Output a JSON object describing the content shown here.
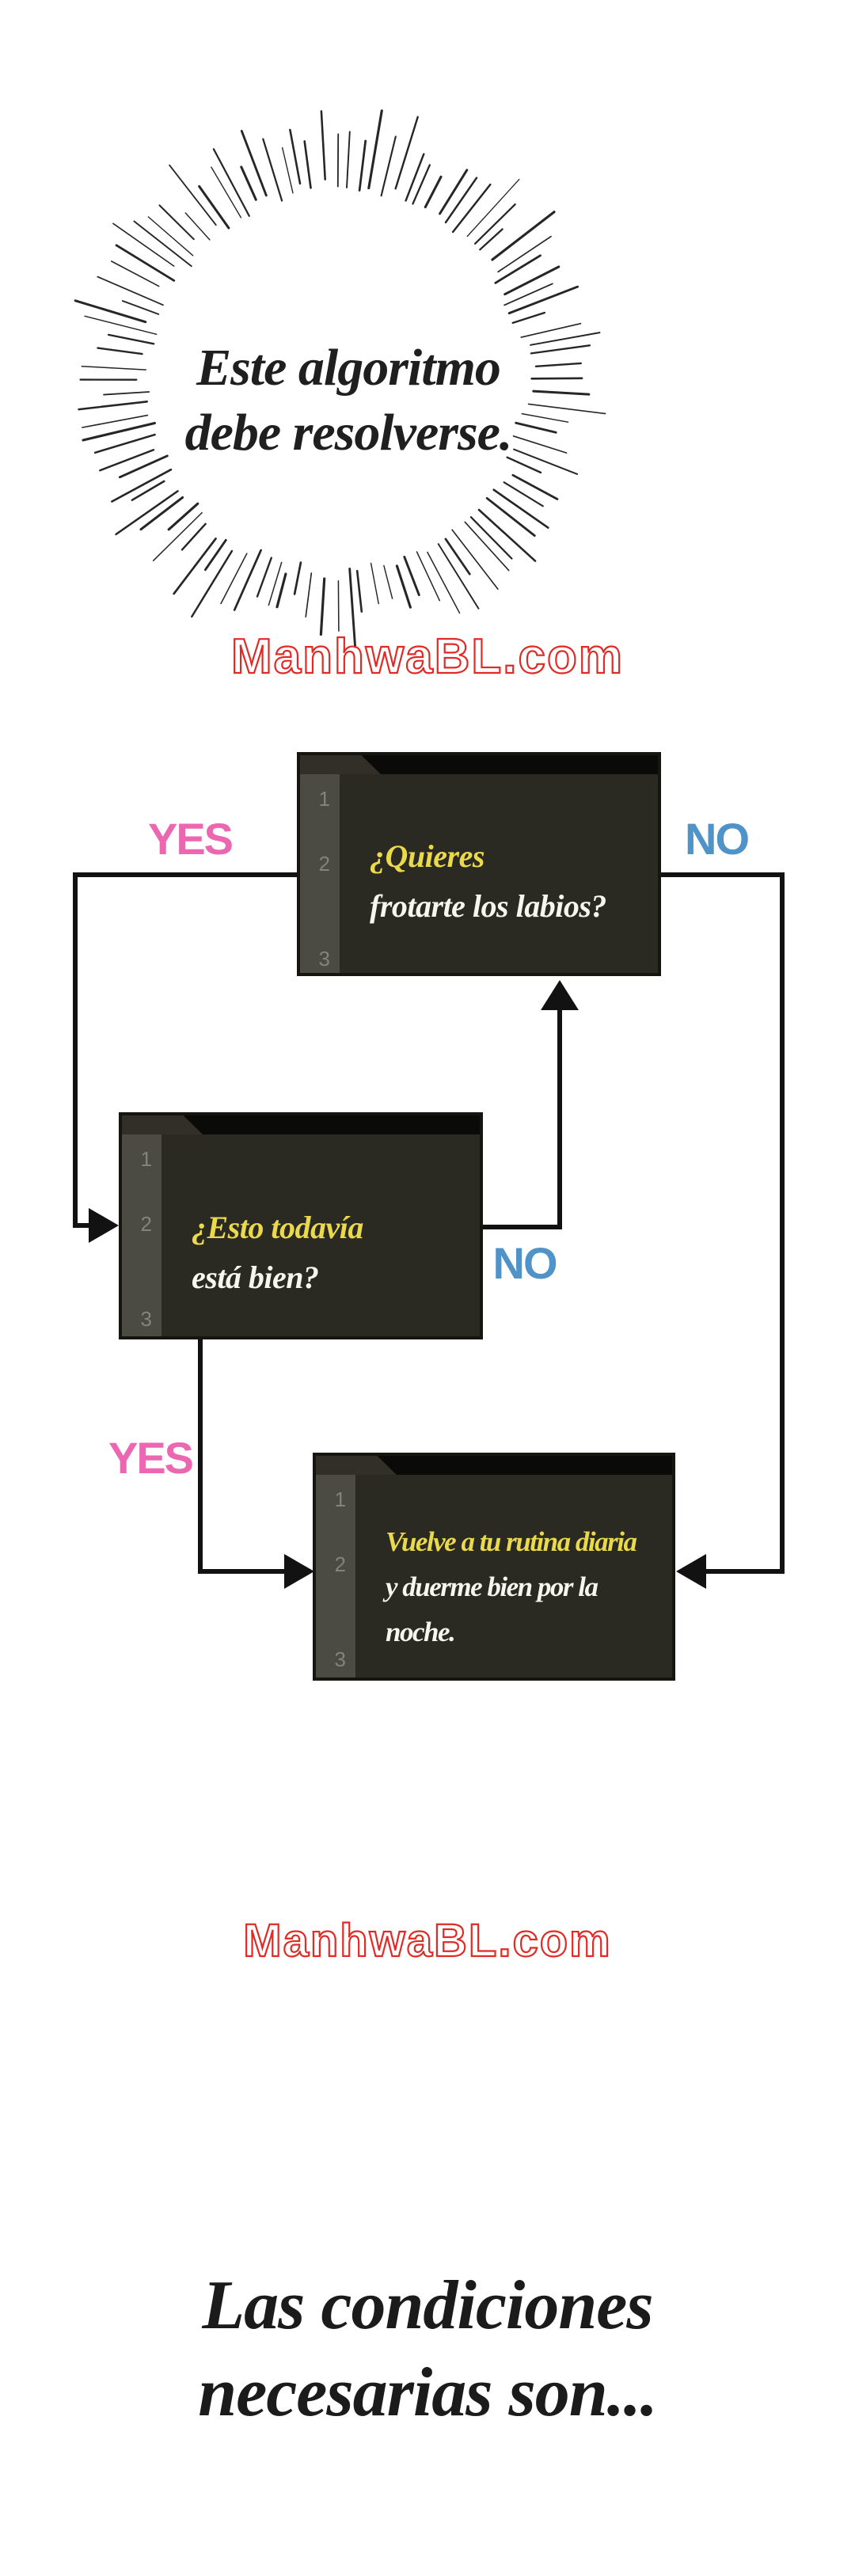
{
  "title_panel": {
    "line1": "Este algoritmo",
    "line2": "debe resolverse.",
    "text_color": "#1f1f1f",
    "ray_color": "#262626"
  },
  "watermark": {
    "text": "ManhwaBL.com",
    "color": "#e12a26"
  },
  "flowchart": {
    "connector_color": "#121212",
    "labels": {
      "yes_top": "YES",
      "no_top": "NO",
      "no_middle": "NO",
      "yes_bottom": "YES"
    },
    "label_colors": {
      "yes": "#ec67b2",
      "no": "#4f93c8"
    },
    "box_style": {
      "background": "#2a2922",
      "titlebar": "#0a0a09",
      "tab": "#312f27",
      "gutter": "#4b4a43",
      "line_number_color": "#83827b",
      "highlight_text": "#e9d94b",
      "plain_text": "#f7f5ef"
    },
    "boxes": [
      {
        "numbers": [
          "1",
          "2",
          "3"
        ],
        "lines": [
          {
            "text": "¿Quieres"
          },
          {
            "text": "frotarte los labios?"
          }
        ]
      },
      {
        "numbers": [
          "1",
          "2",
          "3"
        ],
        "lines": [
          {
            "text": "¿Esto todavía"
          },
          {
            "text": "está bien?"
          }
        ]
      },
      {
        "numbers": [
          "1",
          "2",
          "3"
        ],
        "lines": [
          {
            "text": "Vuelve a tu rutina diaria"
          },
          {
            "text": "y duerme bien por la"
          },
          {
            "text": "noche."
          }
        ]
      }
    ]
  },
  "footer": {
    "line1": "Las condiciones",
    "line2": "necesarias son..."
  }
}
